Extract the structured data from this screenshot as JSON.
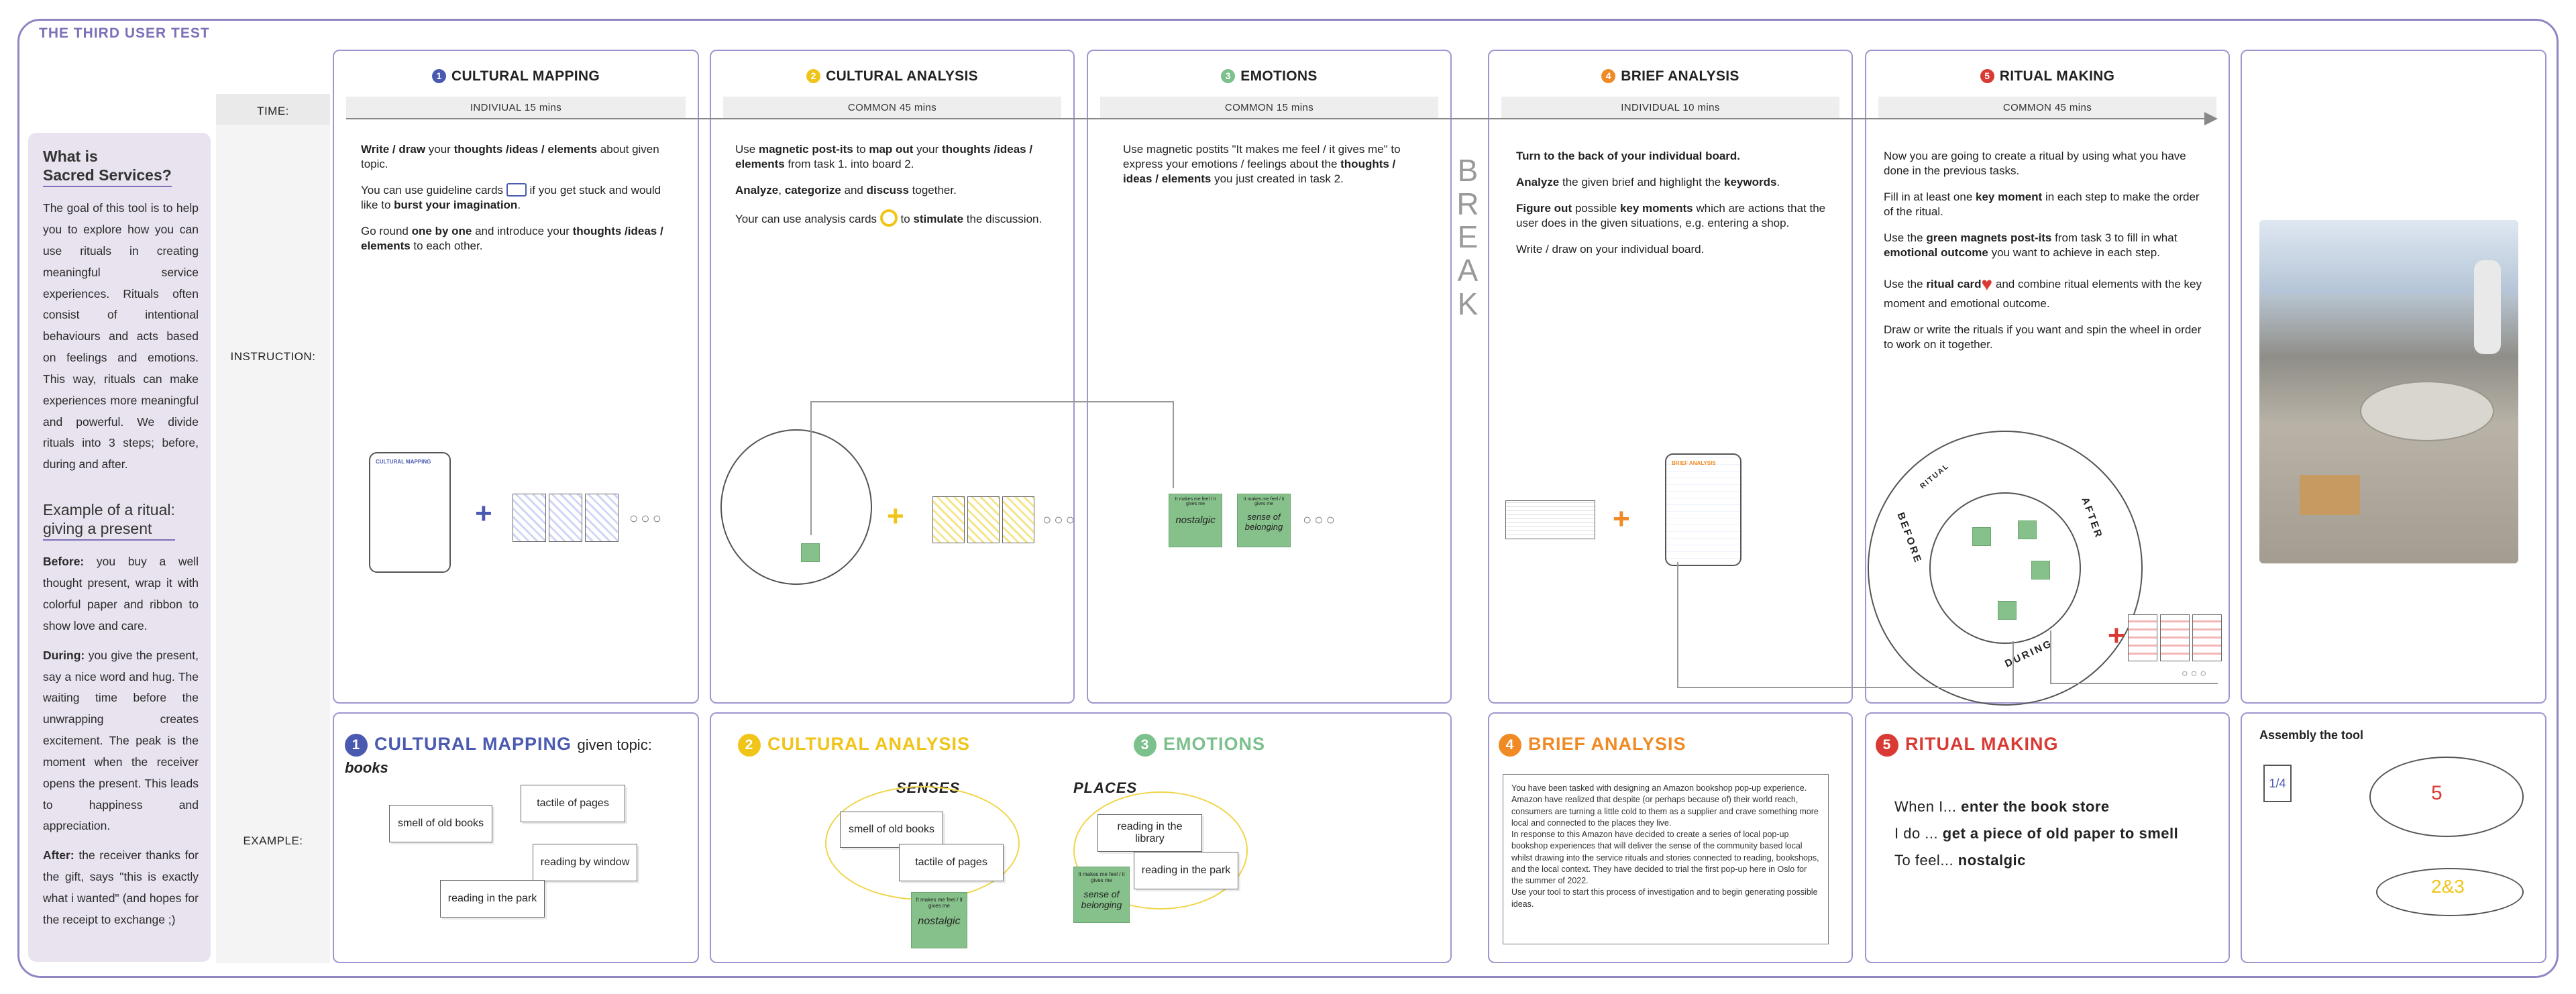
{
  "header": {
    "title": "THE THIRD USER TEST"
  },
  "colors": {
    "frame": "#8f86c4",
    "sidebar_bg": "#e8e3ee",
    "mapping": "#4a5ab0",
    "analysis": "#f0c419",
    "emotions": "#7cc08c",
    "brief": "#f08a24",
    "ritual": "#d93a34"
  },
  "sidebar": {
    "heading1": "What is\nSacred Services?",
    "para1": "The goal of this tool is to help you to explore how you can use rituals in creating meaningful service experiences. Rituals often consist of intentional behaviours and acts based on feelings and emotions. This way, rituals can make experiences more meaningful and powerful. We divide rituals into 3 steps; before, during and after.",
    "heading2": "Example of a ritual:\ngiving a present",
    "before_label": "Before:",
    "before": " you buy a well thought present, wrap it with colorful paper and ribbon to show love and care.",
    "during_label": "During:",
    "during": " you give the present, say a nice word and hug. The waiting time before the unwrapping creates excitement. The peak is the moment when the receiver opens the present. This leads to happiness and appreciation.",
    "after_label": "After:",
    "after": " the receiver thanks for the gift, says \"this is exactly what i wanted\" (and hopes for the receipt to exchange ;)"
  },
  "row_labels": {
    "time": "TIME:",
    "instruction": "INSTRUCTION:",
    "example": "EXAMPLE:"
  },
  "break_label": "BREAK",
  "columns": [
    {
      "num": "1",
      "title": "CULTURAL MAPPING",
      "time": "INDIVIUAL 15 mins"
    },
    {
      "num": "2",
      "title": "CULTURAL ANALYSIS",
      "time": "COMMON 45 mins"
    },
    {
      "num": "3",
      "title": "EMOTIONS",
      "time": "COMMON 15 mins"
    },
    {
      "num": "4",
      "title": "BRIEF ANALYSIS",
      "time": "INDIVIDUAL 10 mins"
    },
    {
      "num": "5",
      "title": "RITUAL MAKING",
      "time": "COMMON 45 mins"
    }
  ],
  "instructions": {
    "mapping": {
      "p1a": "Write / draw",
      "p1b": " your ",
      "p1c": "thoughts /ideas / elements",
      "p1d": " about given topic.",
      "p2a": "You can use guideline cards ",
      "p2b": " if you get stuck and would like to ",
      "p2c": "burst your imagination",
      "p2d": ".",
      "p3a": "Go round ",
      "p3b": "one by one",
      "p3c": " and introduce your ",
      "p3d": "thoughts /ideas / elements",
      "p3e": " to each other."
    },
    "analysis": {
      "p1a": "Use ",
      "p1b": "magnetic post-its",
      "p1c": " to ",
      "p1d": "map out",
      "p1e": " your ",
      "p1f": "thoughts /ideas / elements",
      "p1g": " from task 1. into board 2.",
      "p2a": "Analyze",
      "p2b": ", ",
      "p2c": "categorize",
      "p2d": " and ",
      "p2e": "discuss",
      "p2f": " together.",
      "p3a": "Your can use analysis cards ",
      "p3b": " to ",
      "p3c": "stimulate",
      "p3d": " the discussion."
    },
    "emotions": {
      "p1a": "Use magnetic postits \"It makes me feel / it gives me\" to express your emotions / feelings about the ",
      "p1b": "thoughts / ideas / elements",
      "p1c": " you just created in task 2."
    },
    "brief": {
      "p1": "Turn to the back of your individual board.",
      "p2a": "Analyze",
      "p2b": " the given brief and highlight the ",
      "p2c": "keywords",
      "p2d": ".",
      "p3a": "Figure out",
      "p3b": " possible ",
      "p3c": "key moments",
      "p3d": " which are actions that the user does in the given situations, e.g. entering a shop.",
      "p4": "Write / draw on your individual board."
    },
    "ritual": {
      "p1": "Now you are  going to create a ritual by using what you have done in the previous tasks.",
      "p2a": "Fill in at least one ",
      "p2b": "key moment",
      "p2c": " in each step to make the order of the ritual.",
      "p3a": "Use the ",
      "p3b": "green magnets post-its",
      "p3c": " from task 3 to fill in what ",
      "p3d": "emotional outcome",
      "p3e": " you want to achieve in each step.",
      "p4a": "Use the ",
      "p4b": "ritual card",
      "p4c": " and combine ritual elements with the key moment and emotional outcome.",
      "p5": "Draw or write the rituals if you want and spin the wheel in order to work on it together."
    }
  },
  "illustrations": {
    "mapping_board_label": "CULTURAL MAPPING",
    "brief_board_label": "BRIEF ANALYSIS",
    "sticky_header": "It makes me feel / it gives me",
    "sticky1": "nostalgic",
    "sticky2": "sense of belonging",
    "wheel_before": "BEFORE",
    "wheel_during": "DURING",
    "wheel_after": "AFTER",
    "wheel_ritual": "RITUAL",
    "ellipsis": "○○○"
  },
  "examples": {
    "mapping": {
      "num": "1",
      "title": "CULTURAL MAPPING",
      "sub": "given topic: ",
      "topic": "books",
      "notes": [
        "smell of old books",
        "tactile of pages",
        "reading by window",
        "reading in the park"
      ]
    },
    "analysis": {
      "num": "2",
      "title": "CULTURAL ANALYSIS",
      "senses_label": "SENSES",
      "places_label": "PLACES",
      "senses_notes": [
        "smell of old books",
        "tactile of pages"
      ],
      "places_notes": [
        "reading in the library",
        "reading in the park"
      ],
      "sticky_header": "It makes me feel / it gives me",
      "sticky1": "nostalgic",
      "sticky2": "sense of belonging"
    },
    "emotions": {
      "num": "3",
      "title": "EMOTIONS"
    },
    "brief": {
      "num": "4",
      "title": "BRIEF ANALYSIS",
      "text1": "You have been tasked with designing an Amazon bookshop pop-up experience.",
      "text2": "Amazon have realized that despite (or perhaps because of) their world reach, consumers are turning a little cold to them as a supplier and crave something more local and connected to the places they live.",
      "text3": "In response to this Amazon have decided to create a series of local pop-up bookshop experiences that will deliver the sense of the community based local whilst drawing into the service rituals and stories connected to reading, bookshops, and the local context. They have decided to trial the first pop-up here in Oslo for the summer of 2022.",
      "text4": "Use your tool to start this process of investigation and to begin generating possible ideas."
    },
    "ritual": {
      "num": "5",
      "title": "RITUAL MAKING",
      "l1a": "When I... ",
      "l1b": "enter the book store",
      "l2a": "I do ... ",
      "l2b": "get a piece of old paper to smell",
      "l3a": "To feel... ",
      "l3b": "nostalgic"
    },
    "assembly": {
      "title": "Assembly the tool",
      "n1": "1/4",
      "n2": "5",
      "n3": "2&3"
    }
  }
}
